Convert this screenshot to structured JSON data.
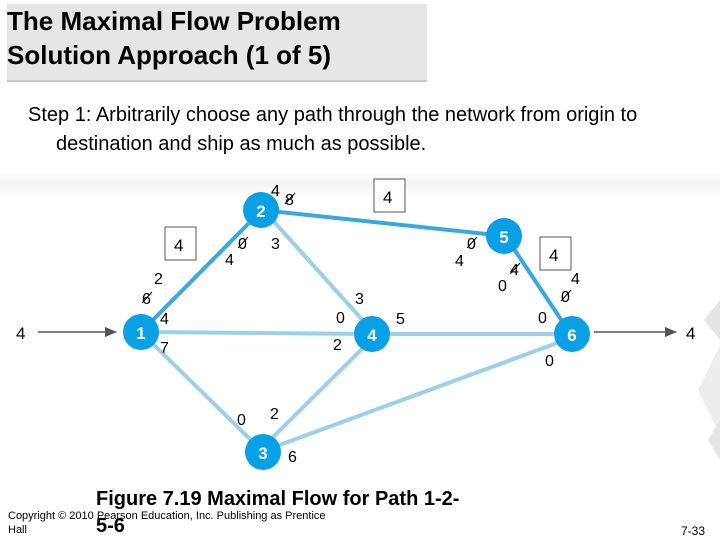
{
  "slide": {
    "title_line1": "The Maximal Flow Problem",
    "title_line2": "Solution Approach (1 of 5)",
    "body": "Step 1: Arbitrarily choose any path through the network from origin to destination and ship as much as possible.",
    "caption_line1": "Figure 7.19   Maximal Flow for Path 1-2-",
    "caption_line2": "5-6",
    "copyright_line1": "Copyright © 2010 Pearson Education, Inc. Publishing as Prentice",
    "copyright_line2": "Hall",
    "slide_number": "7-33"
  },
  "network": {
    "colors": {
      "node": "#0aa0e6",
      "edge": "#9ccfe8",
      "path": "#39a9dc",
      "arrow": "#555555"
    },
    "nodes": [
      {
        "id": "1",
        "label": "1"
      },
      {
        "id": "2",
        "label": "2"
      },
      {
        "id": "3",
        "label": "3"
      },
      {
        "id": "4",
        "label": "4"
      },
      {
        "id": "5",
        "label": "5"
      },
      {
        "id": "6",
        "label": "6"
      }
    ],
    "flow_boxes": [
      "4",
      "4",
      "4"
    ],
    "source_flow": "4",
    "sink_flow": "4",
    "capacity_labels": {
      "n2_right_old": "8",
      "n2_right_new": "4",
      "n2_down_old": "0",
      "n2_down_new": "4",
      "n2_to4": "3",
      "n5_left_old": "0",
      "n5_left_new": "4",
      "n5_down_old": "4",
      "n5_down_new": "0",
      "n1_up_old": "6",
      "n1_up_new": "2",
      "n1_right": "4",
      "n1_down": "7",
      "n4_up": "3",
      "n4_left_top": "0",
      "n4_right": "5",
      "n4_left_bottom": "2",
      "n6_right_old": "0",
      "n6_right_new": "4",
      "n6_left": "0",
      "n6_bottom": "0",
      "n3_top_left": "0",
      "n3_top_right": "2",
      "n3_right": "6"
    }
  }
}
